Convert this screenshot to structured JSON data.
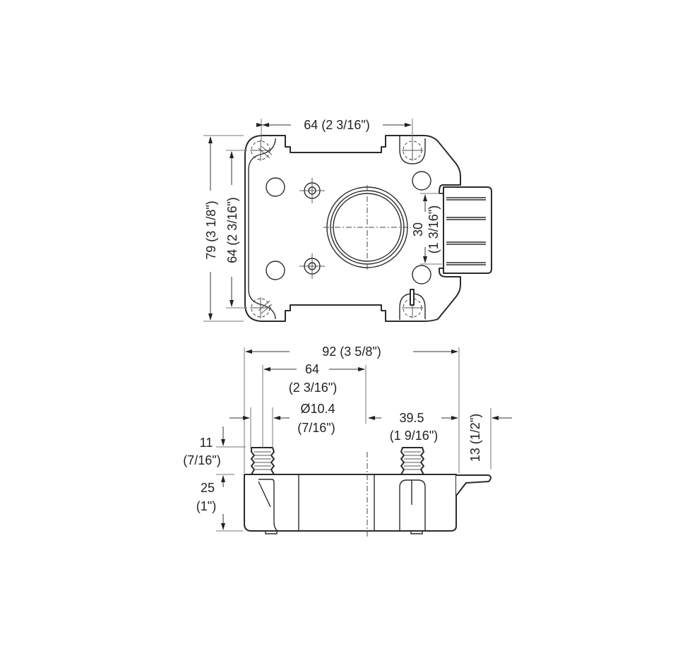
{
  "top_view": {
    "dim_width_bolt": "64 (2 3/16\")",
    "dim_height_total": "79 (3 1/8\")",
    "dim_height_bolt": "64 (2 3/16\")",
    "dim_latch_width": "30",
    "dim_latch_width_imperial": "(1 3/16\")"
  },
  "side_view": {
    "dim_total_width": "92 (3 5/8\")",
    "dim_bolt_spacing": "64",
    "dim_bolt_spacing_imperial": "(2 3/16\")",
    "dim_bolt_diameter": "Ø10.4",
    "dim_bolt_diameter_imperial": "(7/16\")",
    "dim_center_to_edge": "39.5",
    "dim_center_to_edge_imperial": "(1 9/16\")",
    "dim_latch_protrusion": "13 (1/2\")",
    "dim_bolt_height": "11",
    "dim_bolt_height_imperial": "(7/16\")",
    "dim_body_height": "25",
    "dim_body_height_imperial": "(1\")"
  },
  "colors": {
    "line": "#2b2b2b",
    "background": "#ffffff"
  }
}
